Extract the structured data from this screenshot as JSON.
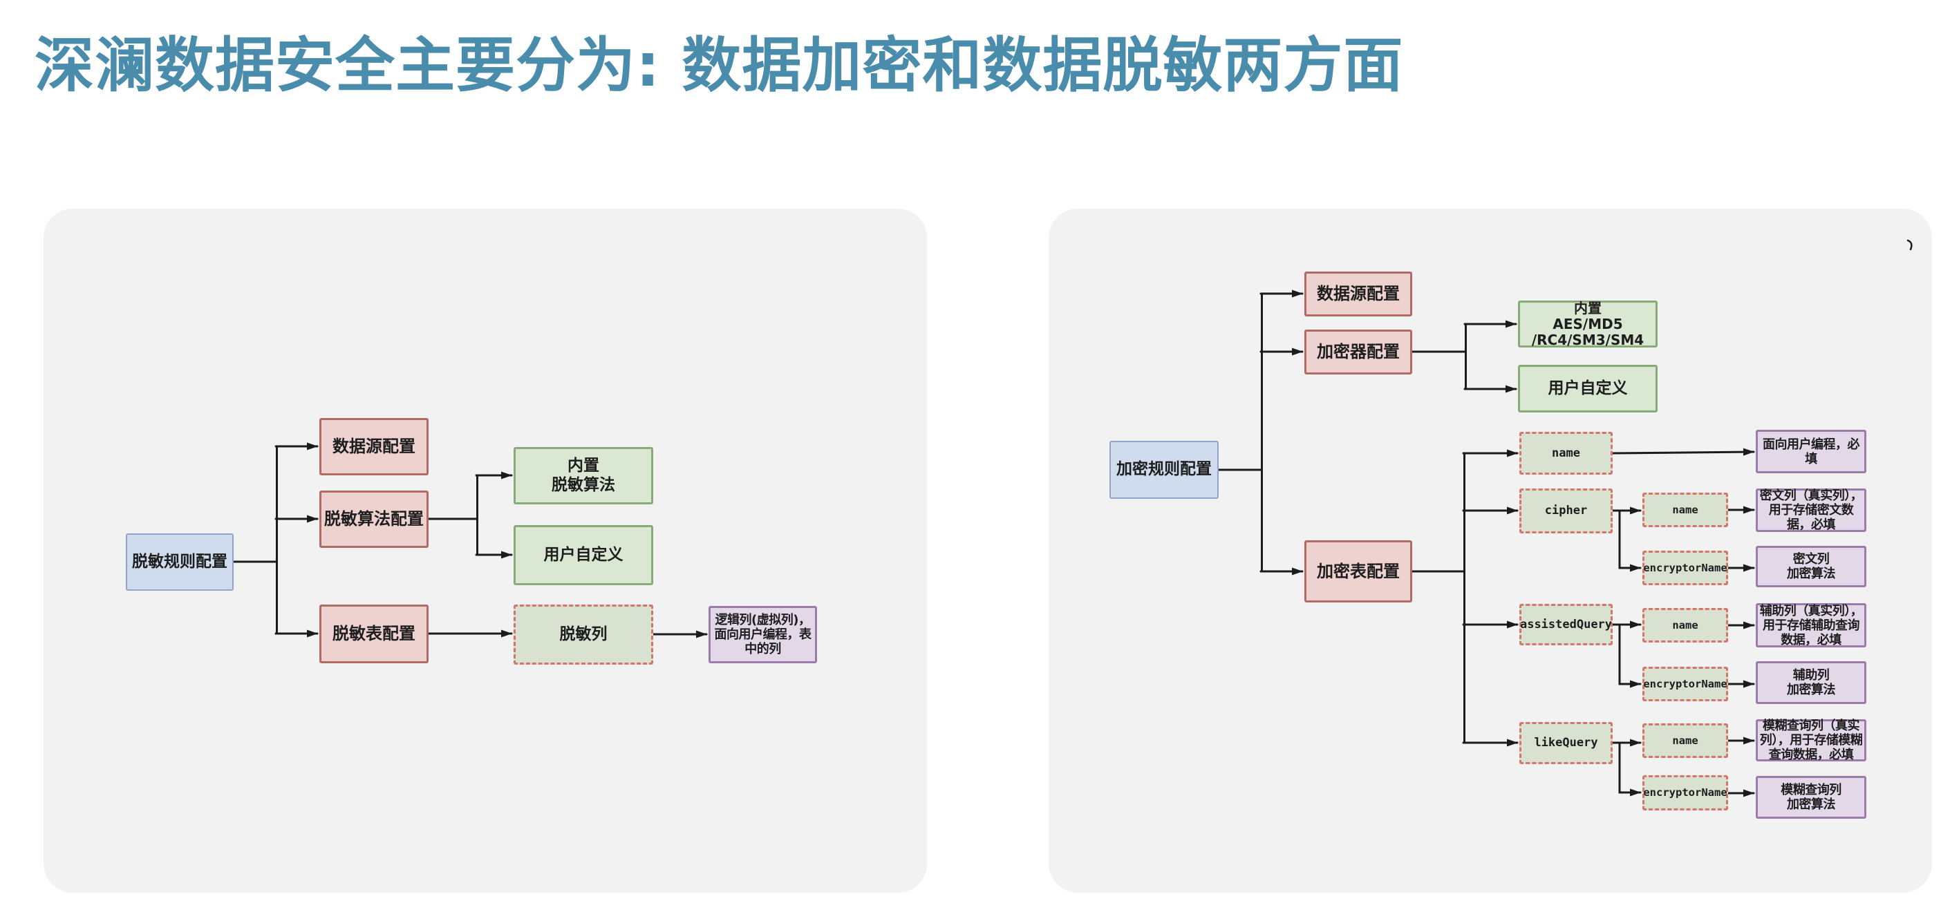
{
  "title": {
    "text": "深澜数据安全主要分为: 数据加密和数据脱敏两方面",
    "color": "#4A8CAB"
  },
  "colors": {
    "panel_background": "#F2F2F2",
    "blue_node_fill": "#D0DCEE",
    "blue_node_border": "#93A4CA",
    "red_node_fill": "#EDD2D0",
    "red_node_border": "#AF6B64",
    "green_node_fill": "#DAE7D3",
    "green_node_border": "#87AB76",
    "dashed_node_fill": "#D9E2D1",
    "dashed_node_border": "#D5756A",
    "purple_node_fill": "#E2D8E8",
    "purple_node_border": "#9C7BAB",
    "connector": "#1b1b1b"
  },
  "masking": {
    "root": "脱敏规则配置",
    "datasource": "数据源配置",
    "algorithm_config": "脱敏算法配置",
    "table_config": "脱敏表配置",
    "builtin_algo": "内置\n脱敏算法",
    "user_custom": "用户自定义",
    "mask_column": "脱敏列",
    "logic_column_note": "逻辑列(虚拟列)，面向用户编程，表中的列"
  },
  "encryption": {
    "root": "加密规则配置",
    "datasource": "数据源配置",
    "encryptor_config": "加密器配置",
    "table_config": "加密表配置",
    "builtin_algo": "内置\nAES/MD5\n/RC4/SM3/SM4",
    "user_custom": "用户自定义",
    "field_name": "name",
    "field_cipher": "cipher",
    "field_assisted_query": "assistedQuery",
    "field_like_query": "likeQuery",
    "sub_name": "name",
    "sub_encryptor_name": "encryptorName",
    "note_name": "面向用户编程，必填",
    "note_cipher_name": "密文列（真实列），用于存储密文数据，必填",
    "note_cipher_encryptor": "密文列\n加密算法",
    "note_assisted_name": "辅助列（真实列），用于存储辅助查询数据，必填",
    "note_assisted_encryptor": "辅助列\n加密算法",
    "note_like_name": "模糊查询列（真实列），用于存储模糊查询数据，必填",
    "note_like_encryptor": "模糊查询列\n加密算法"
  }
}
